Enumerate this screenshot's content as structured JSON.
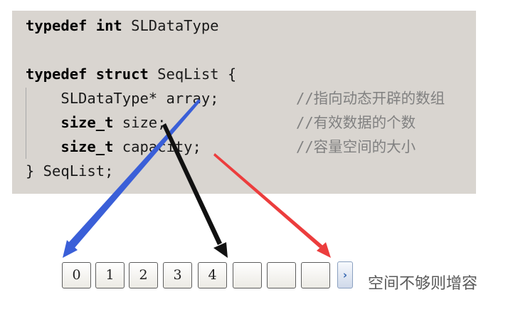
{
  "code": {
    "line1": {
      "kw": "typedef int",
      "rest": " SLDataType"
    },
    "line2": {
      "kw": "typedef struct",
      "rest": " SeqList {"
    },
    "line3": {
      "code": "    SLDataType* array;",
      "comment": "//指向动态开辟的数组"
    },
    "line4": {
      "type": "size_t",
      "code": " size;",
      "comment": "//有效数据的个数"
    },
    "line5": {
      "type": "size_t",
      "code": " capacity;",
      "comment": "//容量空间的大小"
    },
    "line6": {
      "code": "} SeqList;"
    }
  },
  "array_cells": [
    "0",
    "1",
    "2",
    "3",
    "4",
    "",
    "",
    ""
  ],
  "scroll_glyph": "›",
  "caption": "空间不够则增容",
  "colors": {
    "panel_bg": "#d9d5d0",
    "arrow_array": "#3a5fd8",
    "arrow_size": "#111111",
    "arrow_capacity": "#ec3d3d",
    "comment": "#808080"
  }
}
